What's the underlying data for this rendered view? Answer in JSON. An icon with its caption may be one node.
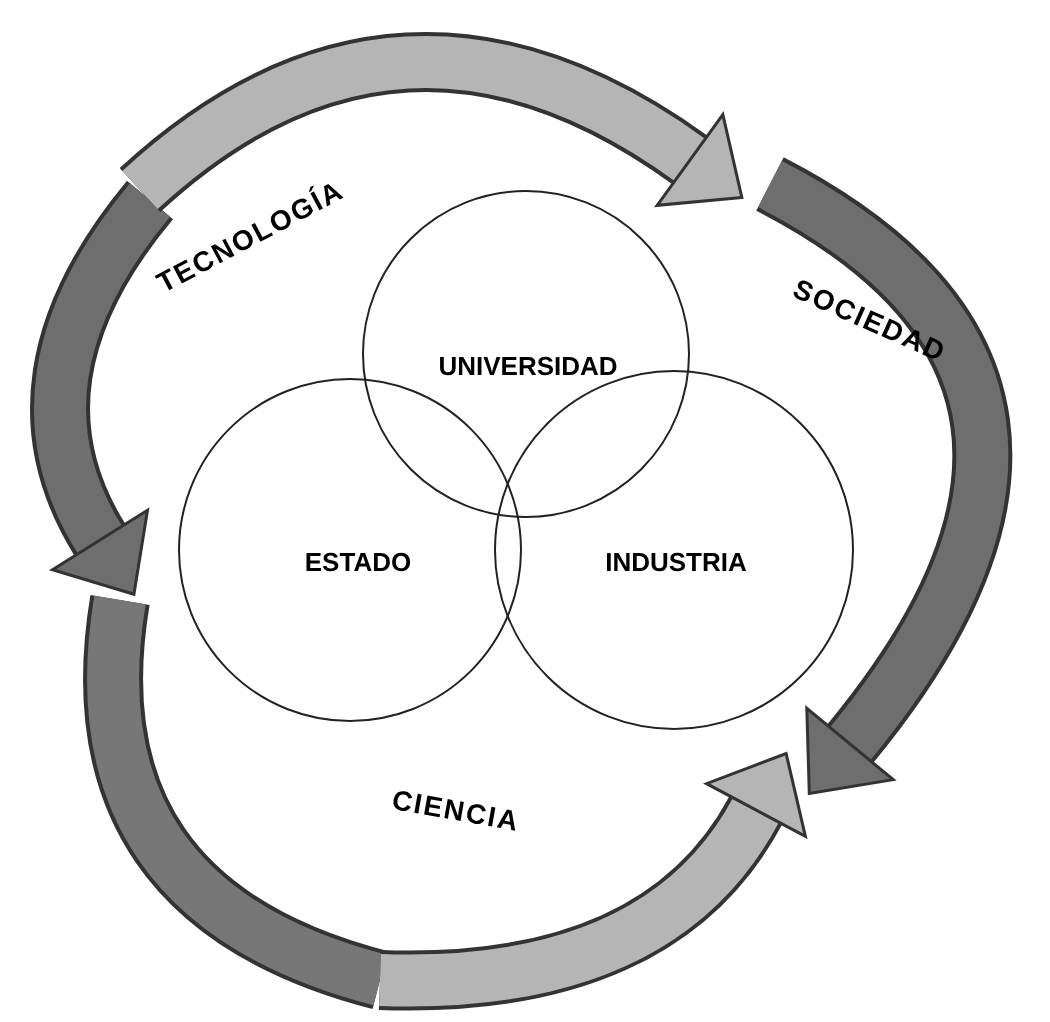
{
  "diagram": {
    "nodes": [
      {
        "text": [
          "UNIVERSIDAD"
        ]
      },
      {
        "text": [
          "ESTADO"
        ]
      },
      {
        "text": [
          "INDUSTRIA"
        ]
      }
    ],
    "edges": [],
    "labels": [
      "TECNOLOGÍA",
      "SOCIEDAD",
      "CIENCIA"
    ]
  }
}
